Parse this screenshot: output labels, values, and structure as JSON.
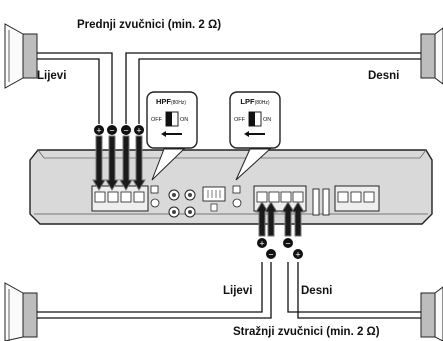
{
  "labels": {
    "front_speakers": "Prednji zvučnici (min. 2 Ω)",
    "front_left": "Lijevi",
    "front_right": "Desni",
    "rear_left": "Lijevi",
    "rear_right": "Desni",
    "rear_speakers": "Stražnji zvučnici (min. 2 Ω)"
  },
  "hpf_switch": {
    "title": "HPF",
    "freq": "(80Hz)",
    "off": "OFF",
    "on": "ON",
    "position": "OFF"
  },
  "lpf_switch": {
    "title": "LPF",
    "freq": "(80Hz)",
    "off": "OFF",
    "on": "ON",
    "position": "OFF"
  },
  "polarity": {
    "front_terminals": [
      "+",
      "−",
      "−",
      "+"
    ],
    "rear_terminals": [
      "+",
      "−",
      "−",
      "+"
    ]
  }
}
